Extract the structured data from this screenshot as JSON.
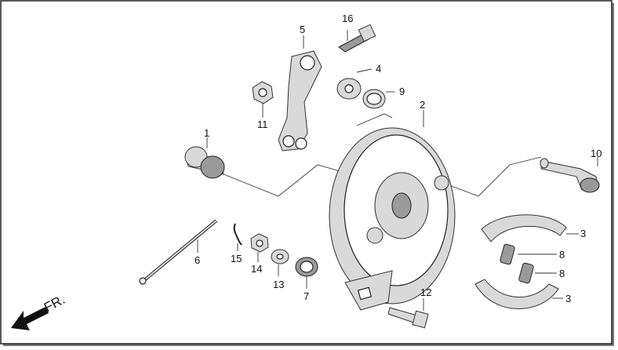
{
  "direction_label": "FR.",
  "callouts": [
    "1",
    "2",
    "3",
    "3",
    "4",
    "5",
    "6",
    "7",
    "8",
    "8",
    "9",
    "10",
    "11",
    "12",
    "13",
    "14",
    "15",
    "16"
  ],
  "colors": {
    "ink": "#222222",
    "part_fill": "#d9d9d9",
    "part_dark": "#9a9a9a",
    "background": "#ffffff"
  }
}
